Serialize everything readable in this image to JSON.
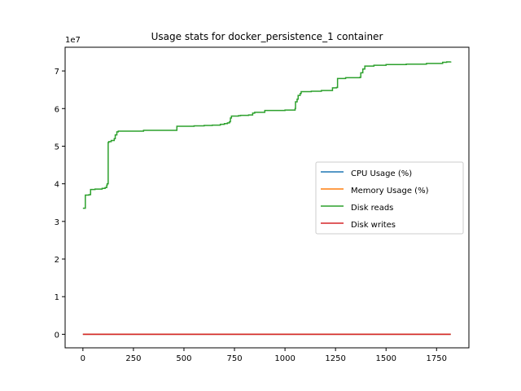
{
  "chart_data": {
    "type": "line",
    "title": "Usage stats for docker_persistence_1 container",
    "xlabel": "",
    "ylabel": "",
    "y_offset_label": "1e7",
    "xlim": [
      -88,
      1910
    ],
    "ylim": [
      -3.6,
      76.3
    ],
    "x_ticks": [
      0,
      250,
      500,
      750,
      1000,
      1250,
      1500,
      1750
    ],
    "y_ticks": [
      0,
      1,
      2,
      3,
      4,
      5,
      6,
      7
    ],
    "y_tick_scale": 10,
    "legend_location": "center right",
    "grid": false,
    "series": [
      {
        "name": "CPU Usage (%)",
        "color": "#1f77b4",
        "x": [
          0,
          1820
        ],
        "y": [
          0,
          0
        ]
      },
      {
        "name": "Memory Usage (%)",
        "color": "#ff7f0e",
        "x": [
          0,
          1820
        ],
        "y": [
          0,
          0
        ]
      },
      {
        "name": "Disk reads",
        "color": "#2ca02c",
        "x": [
          0,
          10,
          12,
          30,
          38,
          60,
          95,
          110,
          118,
          120,
          125,
          128,
          140,
          155,
          160,
          168,
          175,
          250,
          300,
          460,
          465,
          550,
          600,
          640,
          680,
          700,
          715,
          725,
          730,
          735,
          770,
          780,
          820,
          840,
          850,
          900,
          1000,
          1050,
          1052,
          1060,
          1065,
          1075,
          1080,
          1130,
          1180,
          1230,
          1235,
          1255,
          1260,
          1300,
          1370,
          1375,
          1385,
          1395,
          1440,
          1500,
          1600,
          1700,
          1780,
          1800,
          1820
        ],
        "y": [
          33.5,
          33.5,
          37.0,
          37.1,
          38.5,
          38.6,
          38.8,
          39.0,
          39.6,
          40.0,
          51.0,
          51.2,
          51.5,
          52.0,
          53.0,
          53.8,
          54.0,
          54.0,
          54.2,
          54.2,
          55.3,
          55.4,
          55.5,
          55.6,
          55.8,
          56.0,
          56.2,
          56.5,
          57.5,
          58.0,
          58.1,
          58.2,
          58.3,
          58.8,
          59.0,
          59.5,
          59.6,
          60.0,
          61.8,
          62.5,
          63.5,
          64.0,
          64.5,
          64.6,
          64.8,
          64.8,
          65.5,
          65.6,
          68.0,
          68.2,
          68.3,
          69.5,
          70.5,
          71.3,
          71.5,
          71.7,
          71.8,
          72.0,
          72.3,
          72.4,
          72.5
        ]
      },
      {
        "name": "Disk writes",
        "color": "#d62728",
        "x": [
          0,
          1820
        ],
        "y": [
          0,
          0
        ]
      }
    ]
  }
}
